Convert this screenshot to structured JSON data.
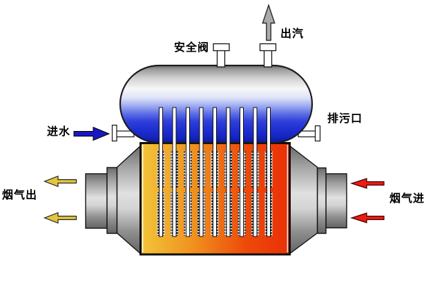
{
  "labels": {
    "safety_valve": "安全阀",
    "steam_out": "出汽",
    "water_in": "进水",
    "blowdown_port": "排污口",
    "flue_gas_out": "烟气出",
    "flue_gas_in": "烟气进"
  },
  "colors": {
    "steam_arrow": "#ababab",
    "water_arrow": "#1818c2",
    "flue_out_arrow": "#e3c43d",
    "flue_in_arrow": "#ee1b12",
    "flame_yellow": "#f2c53a",
    "flame_red": "#e93006",
    "water_blue_deep": "#2030d2",
    "shell_gray": "#c9c9c9",
    "nozzle_white": "#ffffff"
  },
  "furnace": {
    "tube_count": 9,
    "fin_segments_per_tube": 2
  },
  "arrows": {
    "steam_out_count": 1,
    "water_in_count": 1,
    "flue_gas_out_count": 2,
    "flue_gas_in_count": 2
  }
}
